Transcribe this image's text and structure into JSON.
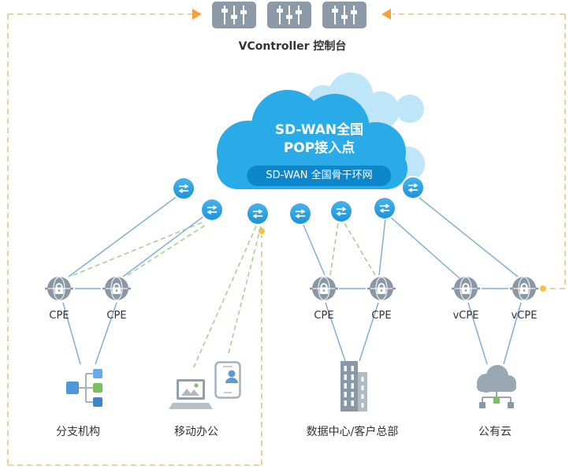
{
  "controller": {
    "label": "VController  控制台"
  },
  "cloud": {
    "line1": "SD-WAN全国",
    "line2": "POP接入点",
    "band": "SD-WAN 全国骨干环网"
  },
  "groups": {
    "branch": {
      "label": "分支机构",
      "devices": [
        "CPE",
        "CPE"
      ]
    },
    "mobile": {
      "label": "移动办公"
    },
    "datacenter": {
      "label": "数据中心/客户总部",
      "devices": [
        "CPE",
        "CPE"
      ]
    },
    "public_cloud": {
      "label": "公有云",
      "devices": [
        "vCPE",
        "vCPE"
      ]
    }
  },
  "colors": {
    "cloud_blue": "#29ABE8",
    "band_blue": "#0D86CC",
    "pop_blue": "#2D9FE0",
    "line_blue": "#7FAFD9",
    "line_green": "#A9CE93",
    "mgmt_dash_tan": "#E5C288",
    "arrow_orange": "#F2A33C",
    "device_gray": "#8A98A5"
  }
}
